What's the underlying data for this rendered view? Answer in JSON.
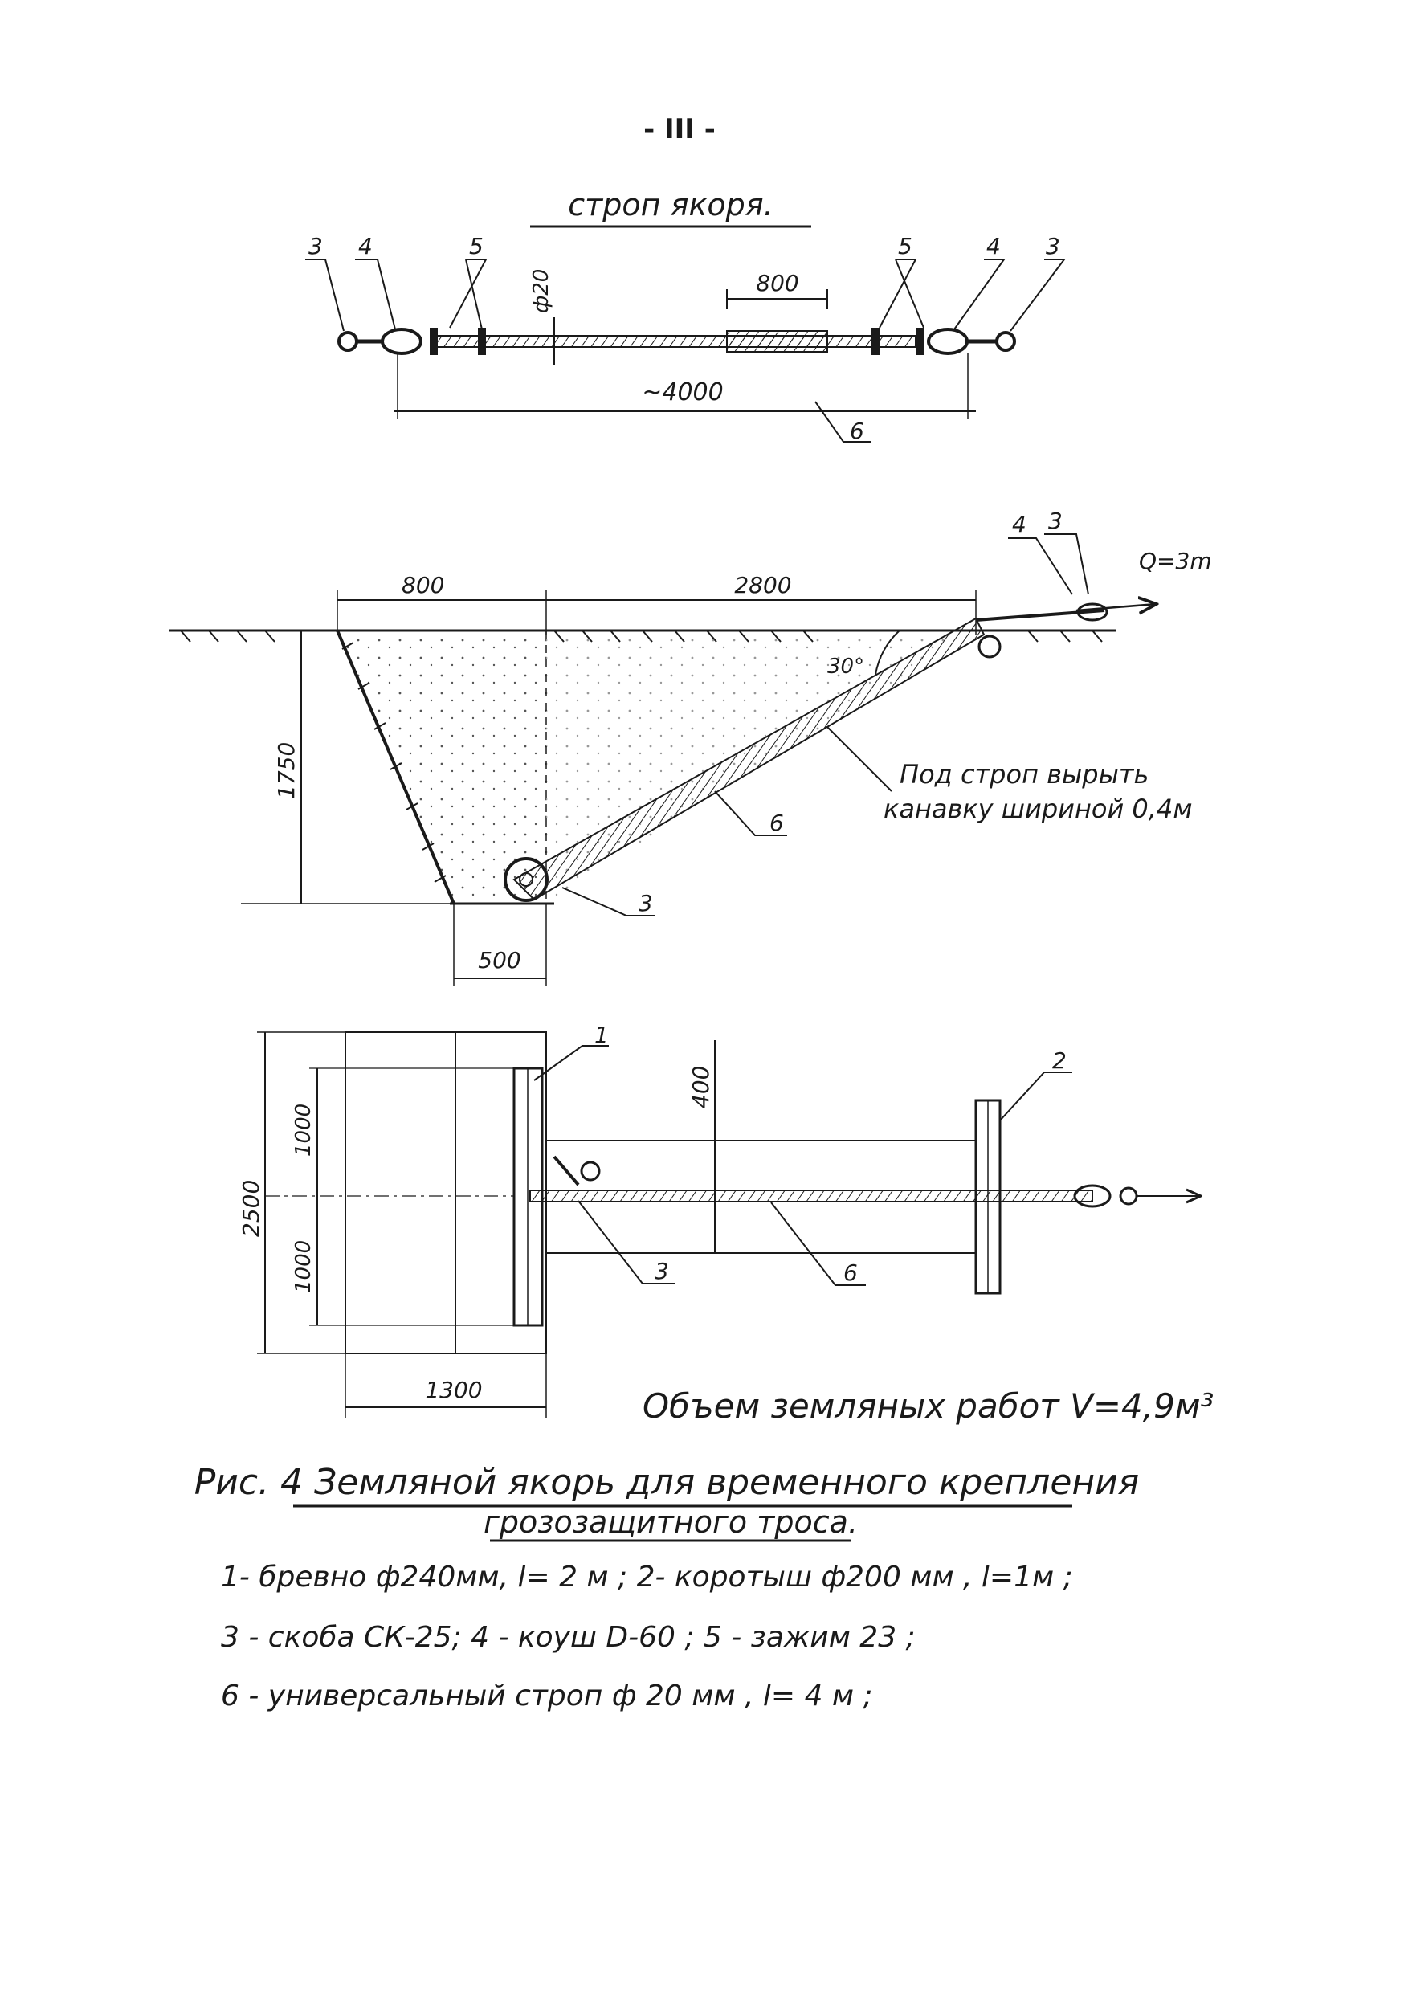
{
  "page_number": "- III -",
  "top_view": {
    "title": "строп якоря.",
    "labels": {
      "n3_left": "3",
      "n4_left": "4",
      "n5_left": "5",
      "n5_right": "5",
      "n4_right": "4",
      "n3_right": "3",
      "n6": "6"
    },
    "dim_diameter": "ф20",
    "dim_splice": "800",
    "dim_length": "~4000"
  },
  "section_view": {
    "dim_top_left": "800",
    "dim_top_right": "2800",
    "dim_depth": "1750",
    "dim_bottom": "500",
    "angle": "30°",
    "load": "Q=3m",
    "labels": {
      "n4": "4",
      "n3_top": "3",
      "n6": "6",
      "n3_bottom": "3"
    },
    "note_line1": "Под строп вырыть",
    "note_line2": "канавку шириной 0,4м"
  },
  "plan_view": {
    "dim_total": "2500",
    "dim_half_top": "1000",
    "dim_half_bottom": "1000",
    "dim_width": "1300",
    "dim_offset": "400",
    "labels": {
      "n1": "1",
      "n2": "2",
      "n3": "3",
      "n6": "6"
    }
  },
  "volume_note": "Объем земляных работ V=4,9м³",
  "caption_line1": "Рис. 4  Земляной якорь для временного крепления",
  "caption_line2": "грозозащитного троса.",
  "legend": [
    "1- бревно ф240мм, l= 2 м ;  2- коротыш ф200 мм , l=1м ;",
    "3 - скоба СК-25;  4 - коуш D-60 ;  5 - зажим 23 ;",
    "6 - универсальный строп ф 20 мм , l= 4 м ;"
  ]
}
